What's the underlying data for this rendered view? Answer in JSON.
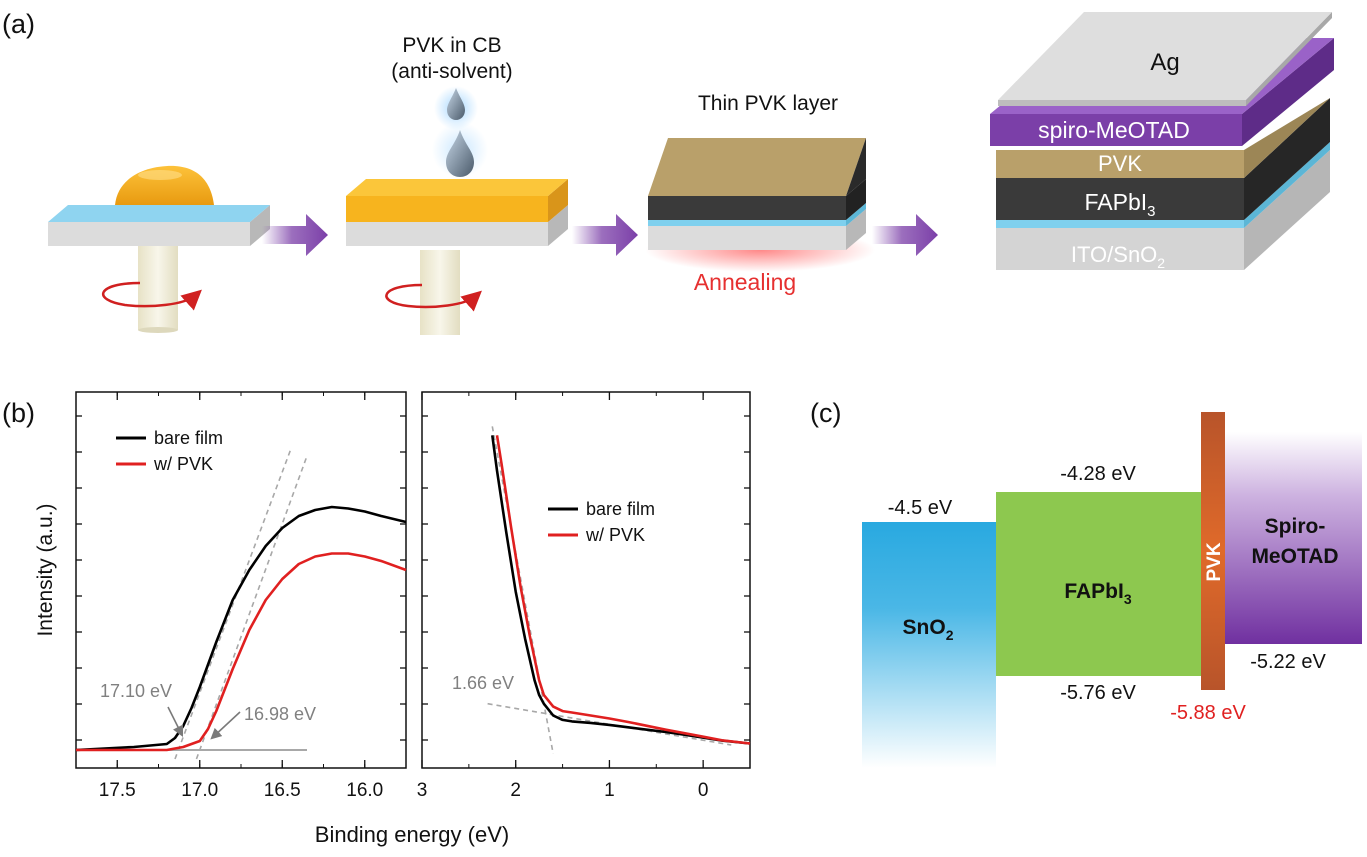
{
  "panel_a": {
    "label": "(a)",
    "drop_label_line1": "PVK in CB",
    "drop_label_line2": "(anti-solvent)",
    "step3_label": "Thin PVK layer",
    "annealing_label": "Annealing",
    "stack_layers": {
      "ag": "Ag",
      "spiro": "spiro-MeOTAD",
      "pvk": "PVK",
      "fapbi3_main": "FAPbI",
      "fapbi3_sub": "3",
      "ito_main": "ITO/SnO",
      "ito_sub": "2"
    },
    "colors": {
      "substrate": "#d4d4d4",
      "sno2_layer": "#7fd0ee",
      "perovskite_solution": "#f7b41e",
      "thin_pvk": "#b9a06a",
      "fapbi3": "#3a3a3a",
      "spiro": "#7b3fa8",
      "arrow": "#7b3fa8",
      "annealing": "#e63030"
    }
  },
  "panel_b": {
    "label": "(b)",
    "ylabel": "Intensity (a.u.)",
    "xlabel": "Binding energy (eV)",
    "left_annotations": {
      "cutoff_bare": "17.10 eV",
      "cutoff_pvk": "16.98 eV"
    },
    "right_annotation": "1.66 eV"
  },
  "panel_c": {
    "label": "(c)",
    "sno2": {
      "main": "SnO",
      "sub": "2",
      "top_label": "-4.5 eV"
    },
    "fapbi3": {
      "main": "FAPbI",
      "sub": "3",
      "top_label": "-4.28 eV",
      "bottom_label": "-5.76 eV"
    },
    "pvk": {
      "name": "PVK",
      "bottom_label": "-5.88 eV"
    },
    "spiro": {
      "line1": "Spiro-",
      "line2": "MeOTAD",
      "bottom_label": "-5.22 eV"
    },
    "colors": {
      "sno2": "#29a9e0",
      "fapbi3": "#8dc84f",
      "pvk": "#e06a2a",
      "spiro": "#7030a0",
      "pvk_label_red": "#e02020"
    }
  },
  "chart_data": [
    {
      "type": "line",
      "title": "",
      "xlabel": "Binding energy (eV)",
      "ylabel": "Intensity (a.u.)",
      "xlim": [
        17.75,
        15.75
      ],
      "x_reversed": true,
      "xticks": [
        "17.5",
        "17.0",
        "16.5",
        "16.0"
      ],
      "legend": "top-left",
      "series": [
        {
          "name": "bare film",
          "color": "#000000",
          "x": [
            17.75,
            17.4,
            17.2,
            17.15,
            17.1,
            17.05,
            17.0,
            16.9,
            16.8,
            16.7,
            16.6,
            16.5,
            16.4,
            16.3,
            16.2,
            16.1,
            16.0,
            15.9,
            15.75
          ],
          "y": [
            0.0,
            0.01,
            0.02,
            0.04,
            0.08,
            0.14,
            0.21,
            0.36,
            0.5,
            0.6,
            0.68,
            0.74,
            0.78,
            0.8,
            0.81,
            0.805,
            0.795,
            0.78,
            0.76
          ]
        },
        {
          "name": "w/ PVK",
          "color": "#e02020",
          "x": [
            17.75,
            17.2,
            17.1,
            17.0,
            16.95,
            16.9,
            16.8,
            16.7,
            16.6,
            16.5,
            16.4,
            16.3,
            16.2,
            16.1,
            16.0,
            15.9,
            15.75
          ],
          "y": [
            0.0,
            0.0,
            0.01,
            0.03,
            0.07,
            0.13,
            0.27,
            0.4,
            0.5,
            0.57,
            0.62,
            0.645,
            0.655,
            0.655,
            0.645,
            0.63,
            0.6
          ]
        }
      ],
      "annotations": [
        "17.10 eV",
        "16.98 eV"
      ]
    },
    {
      "type": "line",
      "title": "",
      "xlabel": "Binding energy (eV)",
      "ylabel": "",
      "xlim": [
        3,
        -0.5
      ],
      "x_reversed": true,
      "xticks": [
        "3",
        "2",
        "1",
        "0"
      ],
      "legend": "center-right",
      "series": [
        {
          "name": "bare film",
          "color": "#000000",
          "x": [
            2.25,
            2.2,
            2.1,
            2.0,
            1.9,
            1.8,
            1.75,
            1.7,
            1.6,
            1.5,
            1.4,
            1.2,
            1.0,
            0.8,
            0.6,
            0.4,
            0.2,
            0.0,
            -0.2,
            -0.5
          ],
          "y": [
            1.05,
            0.93,
            0.72,
            0.52,
            0.36,
            0.22,
            0.17,
            0.14,
            0.1,
            0.085,
            0.08,
            0.075,
            0.068,
            0.06,
            0.052,
            0.044,
            0.035,
            0.025,
            0.015,
            0.005
          ]
        },
        {
          "name": "w/ PVK",
          "color": "#e02020",
          "x": [
            2.2,
            2.15,
            2.05,
            1.95,
            1.85,
            1.75,
            1.7,
            1.6,
            1.5,
            1.4,
            1.2,
            1.0,
            0.8,
            0.6,
            0.4,
            0.2,
            0.0,
            -0.2,
            -0.5
          ],
          "y": [
            1.05,
            0.95,
            0.74,
            0.54,
            0.37,
            0.22,
            0.17,
            0.13,
            0.115,
            0.11,
            0.1,
            0.09,
            0.078,
            0.065,
            0.052,
            0.04,
            0.028,
            0.016,
            0.005
          ]
        }
      ],
      "annotations": [
        "1.66 eV"
      ]
    }
  ]
}
